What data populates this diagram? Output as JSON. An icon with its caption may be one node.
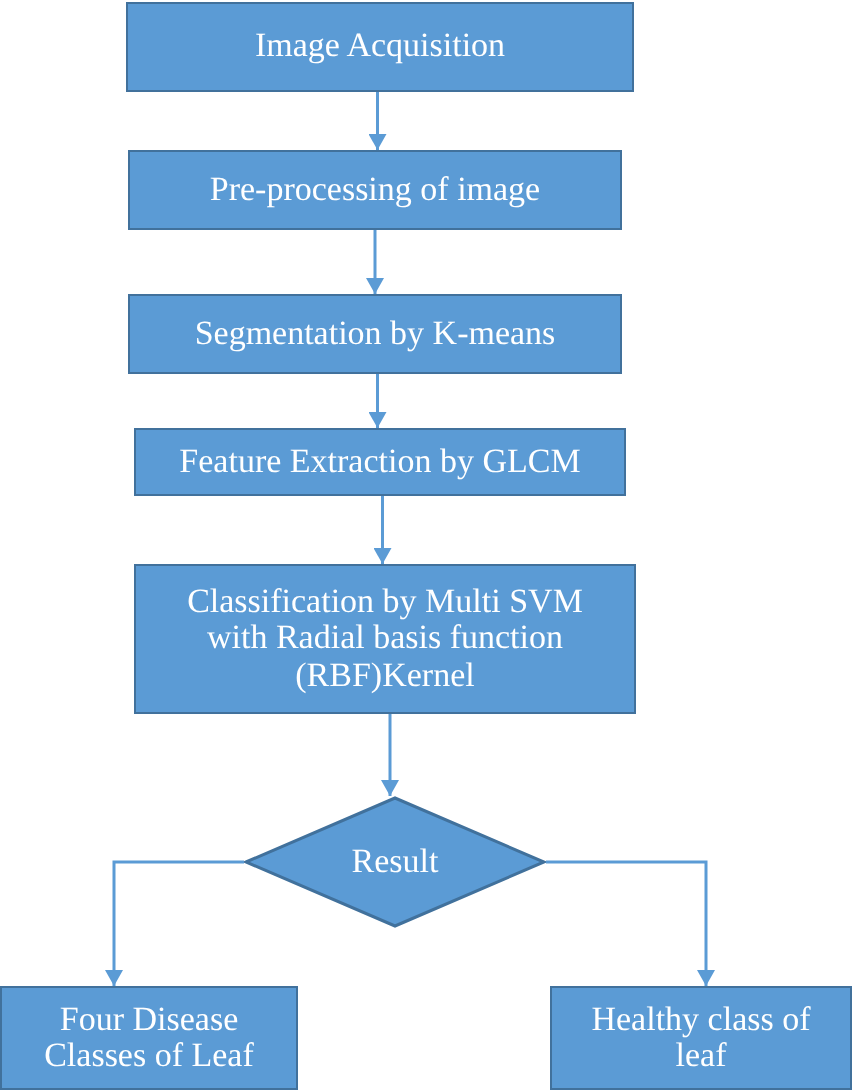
{
  "diagram": {
    "nodes": [
      {
        "text": [
          "Image Acquisition"
        ]
      },
      {
        "text": [
          "Pre-processing of image"
        ]
      },
      {
        "text": [
          "Segmentation by K-means"
        ]
      },
      {
        "text": [
          "Feature Extraction by GLCM"
        ]
      },
      {
        "text": [
          "Classification by Multi SVM with Radial basis function (RBF)Kernel"
        ]
      },
      {
        "text": [
          "Result"
        ]
      },
      {
        "text": [
          "Four Disease Classes of Leaf"
        ]
      },
      {
        "text": [
          "Healthy class of leaf"
        ]
      }
    ],
    "edges": [
      {
        "from": 0,
        "to": 1,
        "arrow": "to"
      },
      {
        "from": 1,
        "to": 2,
        "arrow": "to"
      },
      {
        "from": 2,
        "to": 3,
        "arrow": "to"
      },
      {
        "from": 3,
        "to": 4,
        "arrow": "to"
      },
      {
        "from": 4,
        "to": 5,
        "arrow": "to"
      },
      {
        "from": 5,
        "to": 6,
        "arrow": "to"
      },
      {
        "from": 5,
        "to": 7,
        "arrow": "to"
      }
    ]
  }
}
